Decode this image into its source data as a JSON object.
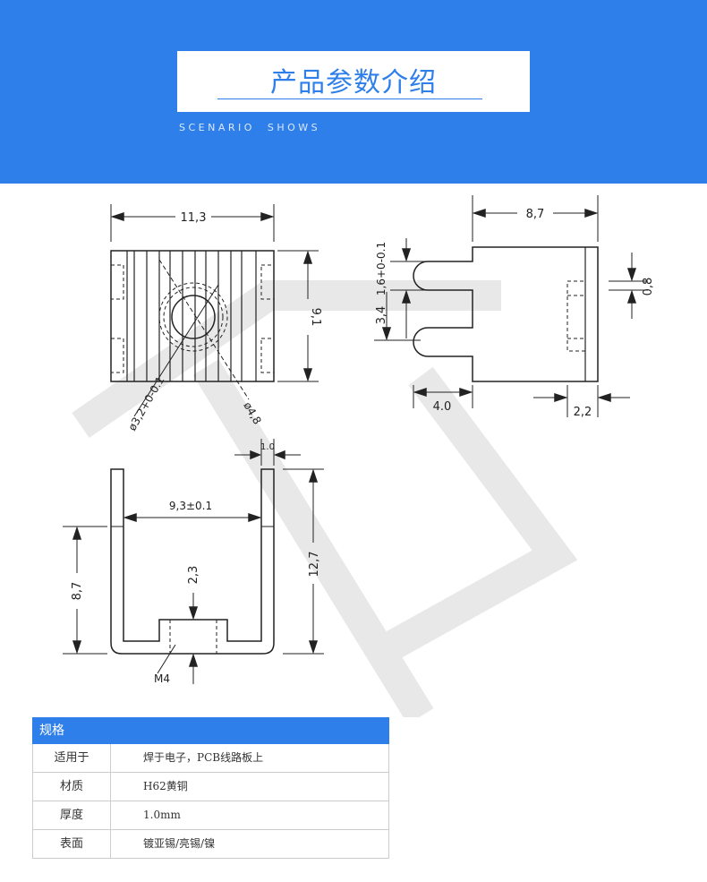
{
  "header": {
    "title": "产品参数介绍",
    "subtitle": "S C E N A R I O     S H O W S",
    "bg_color": "#2f7fea"
  },
  "drawing": {
    "dims": {
      "top_width": "11,3",
      "top_height": "9,1",
      "top_hole_small": "ø3,2+0-0.1",
      "top_hole_large": "ø4,8",
      "side_width": "8,7",
      "side_slot": "1,6+0-0.1",
      "side_gap": "3,4",
      "side_thick": "0,8",
      "side_depth": "4.0",
      "side_tab": "2,2",
      "front_thick": "1.0",
      "front_inner": "9,3±0.1",
      "front_left_h": "8,7",
      "front_boss": "2,3",
      "front_total_h": "12,7",
      "thread": "M4"
    }
  },
  "spec": {
    "header": "规格",
    "rows": [
      {
        "key": "适用于",
        "value": "焊于电子，PCB线路板上"
      },
      {
        "key": "材质",
        "value": "H62黄铜"
      },
      {
        "key": "厚度",
        "value": "1.0mm"
      },
      {
        "key": "表面",
        "value": "镀亚锡/亮锡/镍"
      }
    ]
  }
}
